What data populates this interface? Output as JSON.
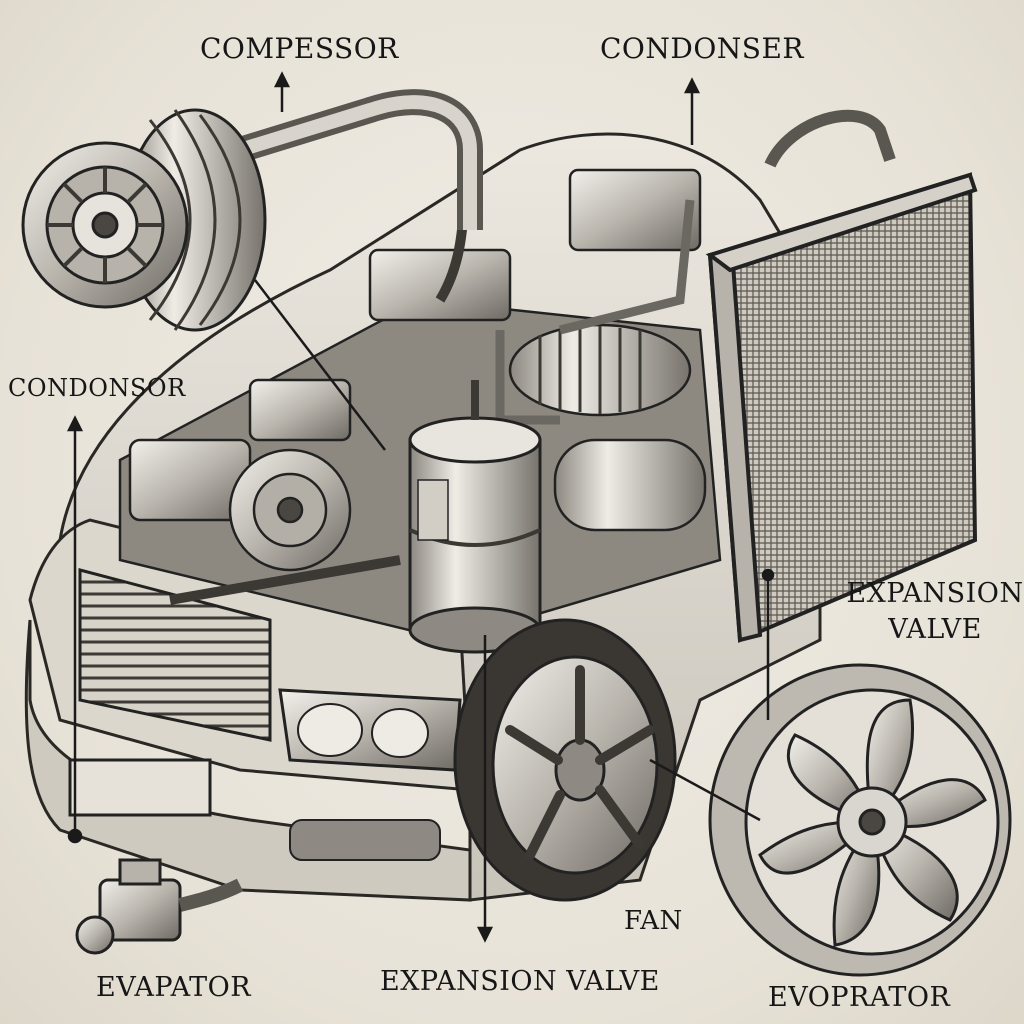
{
  "labels": {
    "compressor": "COMPESSOR",
    "condenser": "CONDONSER",
    "condonsor_left": "CONDONSOR",
    "expansion_valve_right": "EXPANSION VALVE",
    "fan": "FAN",
    "evapator": "EVAPATOR",
    "expansion_valve_bottom": "EXPANSION VALVE",
    "evoprator": "EVOPRATOR"
  },
  "colors": {
    "ink": "#161616",
    "paper": "#e9e5dc",
    "metal_light": "#d9d6cf",
    "metal_mid": "#a9a59d",
    "metal_dark": "#5c5954"
  },
  "icons": {
    "compressor_pulley": "compressor-pulley-icon",
    "radiator": "radiator-grid-icon",
    "fan": "fan-blades-icon",
    "wheel": "wheel-rim-icon",
    "receiver_drier": "cylinder-tank-icon",
    "evaporator_valve": "small-valve-icon"
  }
}
